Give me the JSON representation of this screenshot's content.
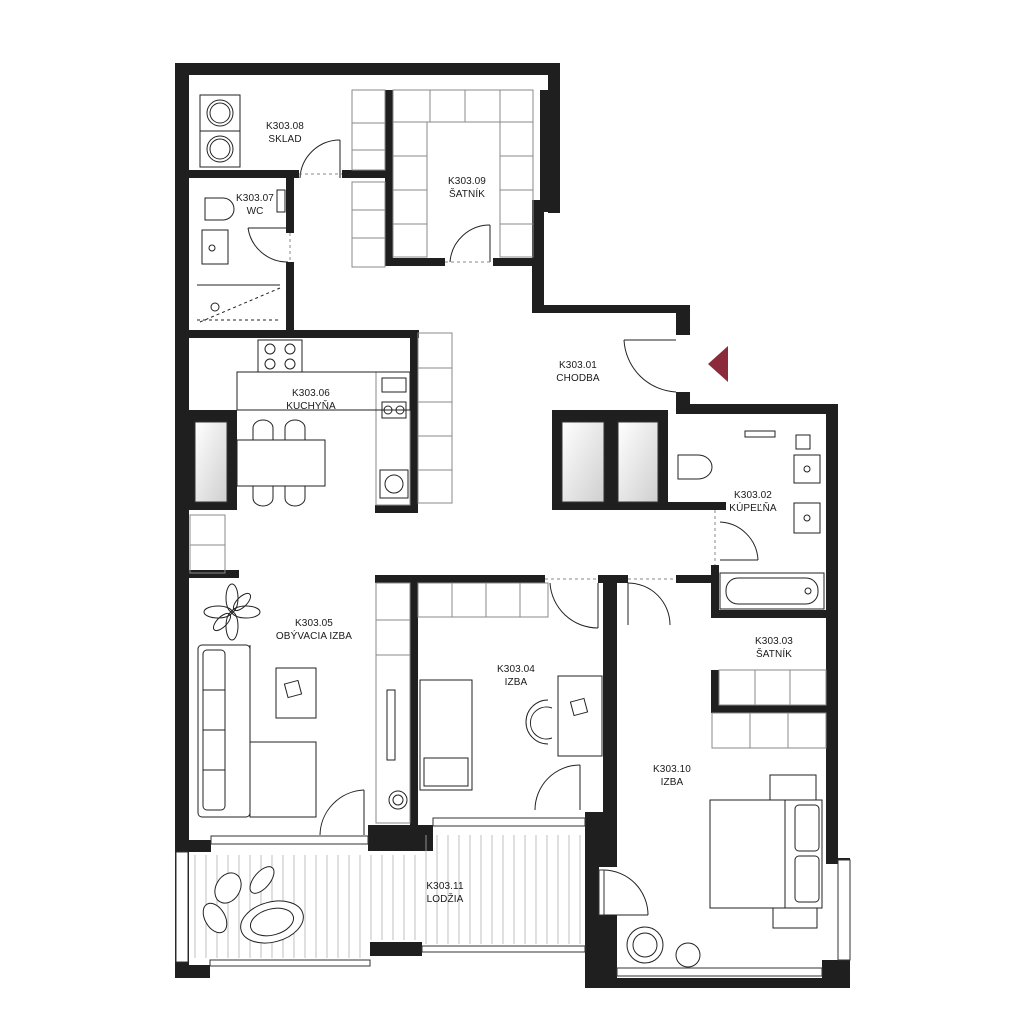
{
  "rooms": {
    "sklad": {
      "code": "K303.08",
      "name": "SKLAD"
    },
    "satnik9": {
      "code": "K303.09",
      "name": "ŠATNÍK"
    },
    "wc": {
      "code": "K303.07",
      "name": "WC"
    },
    "chodba": {
      "code": "K303.01",
      "name": "CHODBA"
    },
    "kuchyna": {
      "code": "K303.06",
      "name": "KUCHYŇA"
    },
    "kupelna": {
      "code": "K303.02",
      "name": "KÚPEĽŇA"
    },
    "obyvacia": {
      "code": "K303.05",
      "name": "OBÝVACIA IZBA"
    },
    "izba4": {
      "code": "K303.04",
      "name": "IZBA"
    },
    "satnik3": {
      "code": "K303.03",
      "name": "ŠATNÍK"
    },
    "izba10": {
      "code": "K303.10",
      "name": "IZBA"
    },
    "lodzia": {
      "code": "K303.11",
      "name": "LODŽIA"
    }
  },
  "colors": {
    "wall": "#1f1f1f",
    "line": "#222222",
    "entrance_marker": "#8b2a3a"
  }
}
